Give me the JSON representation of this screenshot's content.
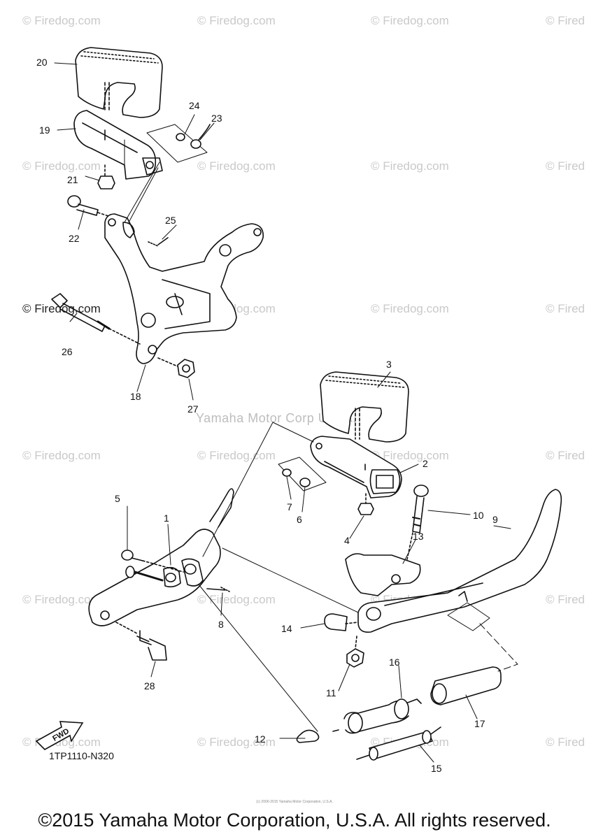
{
  "watermark": "© Firedog.com",
  "watermark_short": "© Fired",
  "center_watermark": "Yamaha Motor Corp U.S.A.",
  "diagram_code": "1TP1110-N320",
  "fwd_label": "FWD",
  "tiny_line": "(c) 2000-2015 Yamaha Motor Corporation, U.S.A.",
  "copyright": "©2015 Yamaha Motor Corporation, U.S.A. All rights reserved.",
  "part_labels": {
    "p1": "1",
    "p2": "2",
    "p3": "3",
    "p4": "4",
    "p5": "5",
    "p6": "6",
    "p7": "7",
    "p8": "8",
    "p9": "9",
    "p10": "10",
    "p11": "11",
    "p12": "12",
    "p13": "13",
    "p14": "14",
    "p15": "15",
    "p16": "16",
    "p17": "17",
    "p18": "18",
    "p19": "19",
    "p20": "20",
    "p21": "21",
    "p22": "22",
    "p23": "23",
    "p24": "24",
    "p25": "25",
    "p26": "26",
    "p27": "27",
    "p28": "28"
  }
}
